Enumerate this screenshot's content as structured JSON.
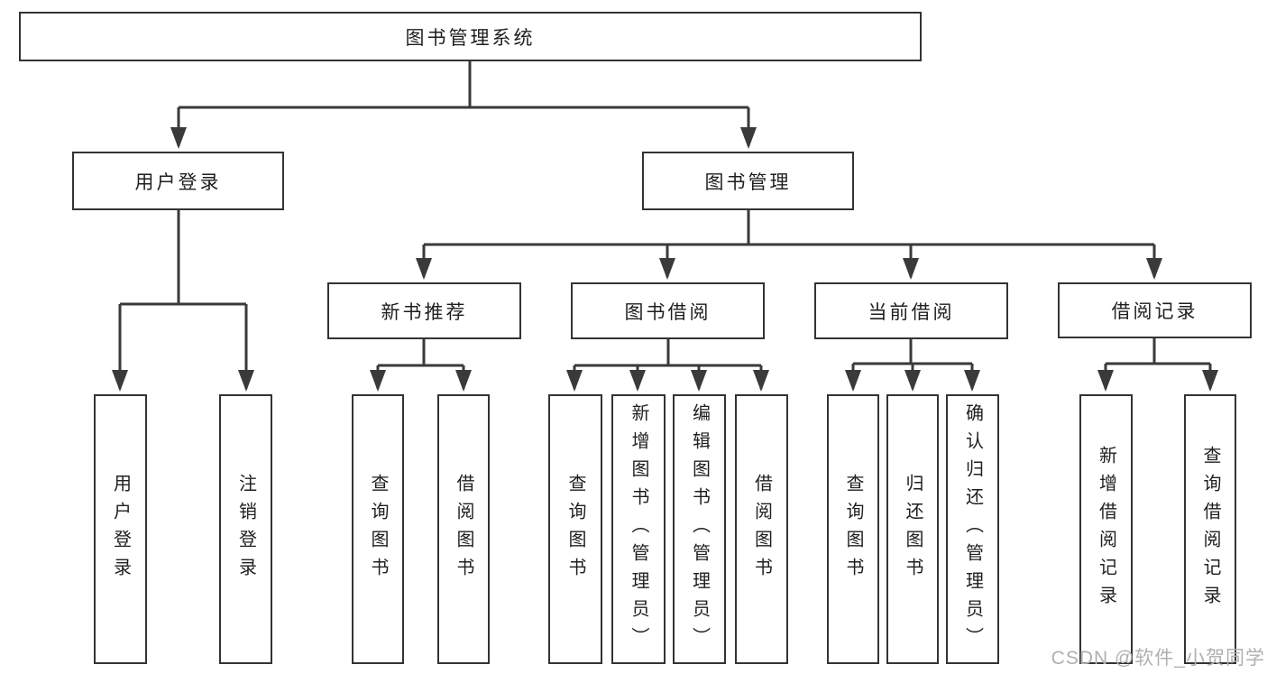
{
  "page": {
    "watermark": "CSDN @软件_小贺同学"
  },
  "colors": {
    "line": "#3a3a3a",
    "border": "#333333",
    "text": "#1f1f1f",
    "watermark": "#b0b0b0",
    "background": "#ffffff"
  },
  "tree": {
    "root": "图书管理系统",
    "children": [
      {
        "label": "用户登录",
        "children": [
          "用户登录",
          "注销登录"
        ]
      },
      {
        "label": "图书管理",
        "children": [
          {
            "label": "新书推荐",
            "children": [
              "查询图书",
              "借阅图书"
            ]
          },
          {
            "label": "图书借阅",
            "children": [
              "查询图书",
              "新增图书（管理员）",
              "编辑图书（管理员）",
              "借阅图书"
            ]
          },
          {
            "label": "当前借阅",
            "children": [
              "查询图书",
              "归还图书",
              "确认归还（管理员）"
            ]
          },
          {
            "label": "借阅记录",
            "children": [
              "新增借阅记录",
              "查询借阅记录"
            ]
          }
        ]
      }
    ]
  }
}
